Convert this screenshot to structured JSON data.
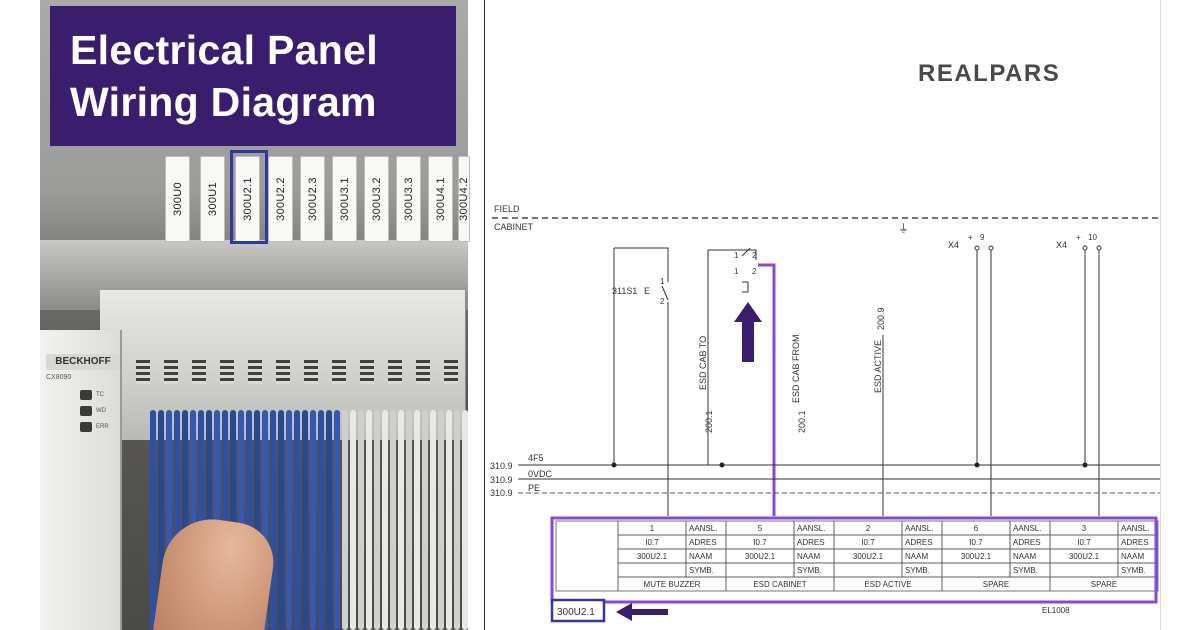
{
  "title": {
    "line1": "Electrical Panel",
    "line2": "Wiring Diagram"
  },
  "brand": "REALPARS",
  "photo": {
    "tags": [
      "300U0",
      "300U1",
      "300U2.1",
      "300U2.2",
      "300U2.3",
      "300U3.1",
      "300U3.2",
      "300U3.3",
      "300U4.1",
      "300U4.2"
    ],
    "highlighted_tag": "300U2.1",
    "controller": {
      "brand": "BECKHOFF",
      "model": "CX8090",
      "leds": [
        "TC",
        "WD",
        "ERR"
      ]
    }
  },
  "diagram": {
    "zone_field": "FIELD",
    "zone_cabinet": "CABINET",
    "bus_refs": [
      "310.9",
      "310.9",
      "310.9"
    ],
    "bus_labels": [
      "4F5",
      "0VDC",
      "PE"
    ],
    "switch_label": "311S1",
    "switch_e": "E",
    "switch_terminals": [
      "1",
      "2"
    ],
    "relay_terminals": [
      "1",
      "2",
      "1",
      "2"
    ],
    "wire_labels": [
      {
        "text": "ESD CAB TO",
        "ref": "200.1"
      },
      {
        "text": "ESD CAB FROM",
        "ref": "200.1"
      },
      {
        "text": "ESD ACTIVE",
        "ref": "200.9"
      }
    ],
    "x4_labels": [
      {
        "name": "X4",
        "pins": [
          "+",
          "9"
        ]
      },
      {
        "name": "X4",
        "pins": [
          "+",
          "10"
        ]
      }
    ],
    "ground_symbol": "⏚",
    "io_table": {
      "field_labels": [
        "AANSL.",
        "ADRES",
        "NAAM",
        "SYMB."
      ],
      "channels": [
        {
          "aansl": "1",
          "adres": "I0.7",
          "naam": "300U2.1",
          "symb": "",
          "desc": "MUTE BUZZER"
        },
        {
          "aansl": "5",
          "adres": "I0.7",
          "naam": "300U2.1",
          "symb": "",
          "desc": "ESD CABINET"
        },
        {
          "aansl": "2",
          "adres": "I0.7",
          "naam": "300U2.1",
          "symb": "",
          "desc": "ESD ACTIVE"
        },
        {
          "aansl": "6",
          "adres": "I0.7",
          "naam": "300U2.1",
          "symb": "",
          "desc": "SPARE"
        },
        {
          "aansl": "3",
          "adres": "I0.7",
          "naam": "300U2.1",
          "symb": "",
          "desc": "SPARE"
        }
      ]
    },
    "module_tag": "300U2.1",
    "module_type": "EL1008"
  },
  "colors": {
    "title_bg": "#3b1d6e",
    "highlight_purple": "#8a46d6",
    "arrow_navy": "#3b1d6e",
    "tag_frame_blue": "#2f36a5"
  }
}
